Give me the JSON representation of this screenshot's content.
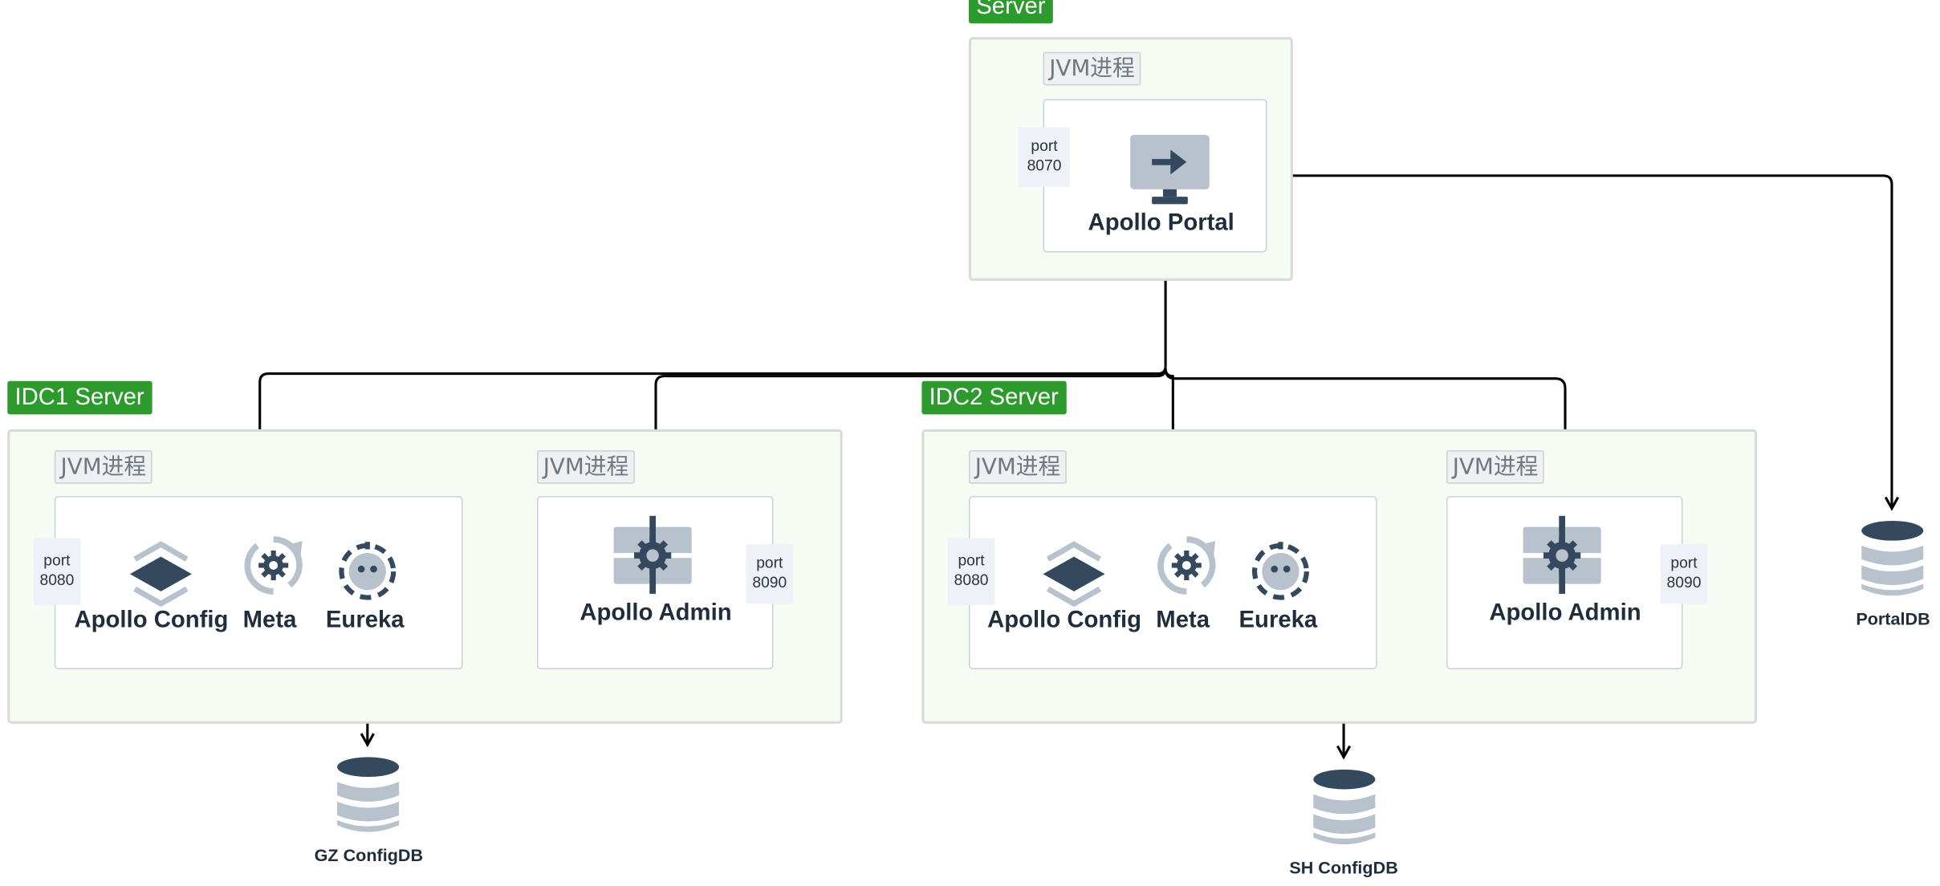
{
  "portal_server": {
    "tag": "Server",
    "jvm_tag": "JVM进程",
    "port_label": "port",
    "port_number": "8070",
    "service": "Apollo Portal",
    "service_icon": "monitor-arrow-icon"
  },
  "idc1": {
    "tag": "IDC1 Server",
    "config_jvm_tag": "JVM进程",
    "admin_jvm_tag": "JVM进程",
    "config_port_label": "port",
    "config_port_number": "8080",
    "admin_port_label": "port",
    "admin_port_number": "8090",
    "config_service": "Apollo Config",
    "meta_service": "Meta",
    "eureka_service": "Eureka",
    "admin_service": "Apollo Admin",
    "database": "GZ ConfigDB"
  },
  "idc2": {
    "tag": "IDC2 Server",
    "config_jvm_tag": "JVM进程",
    "admin_jvm_tag": "JVM进程",
    "config_port_label": "port",
    "config_port_number": "8080",
    "admin_port_label": "port",
    "admin_port_number": "8090",
    "config_service": "Apollo Config",
    "meta_service": "Meta",
    "eureka_service": "Eureka",
    "admin_service": "Apollo Admin",
    "database": "SH ConfigDB"
  },
  "portal_db": {
    "label": "PortalDB",
    "icon": "database-icon"
  },
  "colors": {
    "server_tag": "#2d9a2d",
    "server_background": "#f6fbf4",
    "icon_dark": "#34495e",
    "icon_light": "#b8c2cc",
    "connector": "#000000"
  }
}
